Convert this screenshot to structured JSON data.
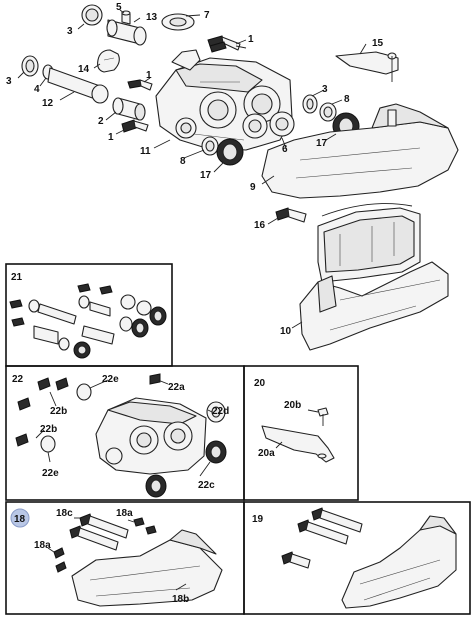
{
  "main_view": {
    "labels": [
      "1",
      "1",
      "1",
      "2",
      "3",
      "3",
      "4",
      "5",
      "6",
      "7",
      "8",
      "8",
      "9",
      "10",
      "11",
      "12",
      "13",
      "14",
      "15",
      "16",
      "17",
      "17"
    ]
  },
  "panels": {
    "p21": {
      "id": "21"
    },
    "p22": {
      "id": "22",
      "labels": [
        "22a",
        "22b",
        "22b",
        "22c",
        "22d",
        "22e",
        "22e"
      ]
    },
    "p20": {
      "id": "20",
      "labels": [
        "20a",
        "20b"
      ]
    },
    "p18": {
      "id": "18",
      "labels": [
        "18a",
        "18a",
        "18b",
        "18c"
      ],
      "highlighted": true
    },
    "p19": {
      "id": "19"
    }
  },
  "colors": {
    "badge": "#b9c7e6",
    "stroke": "#222222"
  }
}
